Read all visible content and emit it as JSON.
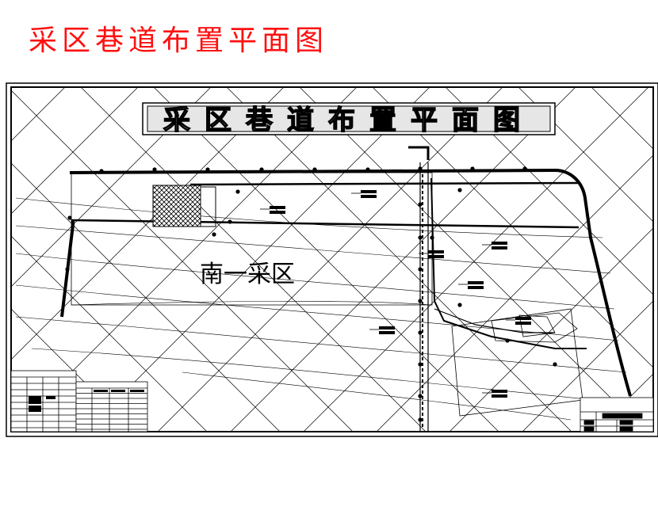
{
  "page_title": "采区巷道布置平面图",
  "drawing": {
    "banner_title": "采区巷道布置平面图",
    "area_label": "南一采区"
  },
  "colors": {
    "title_red": "#ff1010",
    "line": "#000000",
    "banner_fill": "#d9d9d9"
  }
}
